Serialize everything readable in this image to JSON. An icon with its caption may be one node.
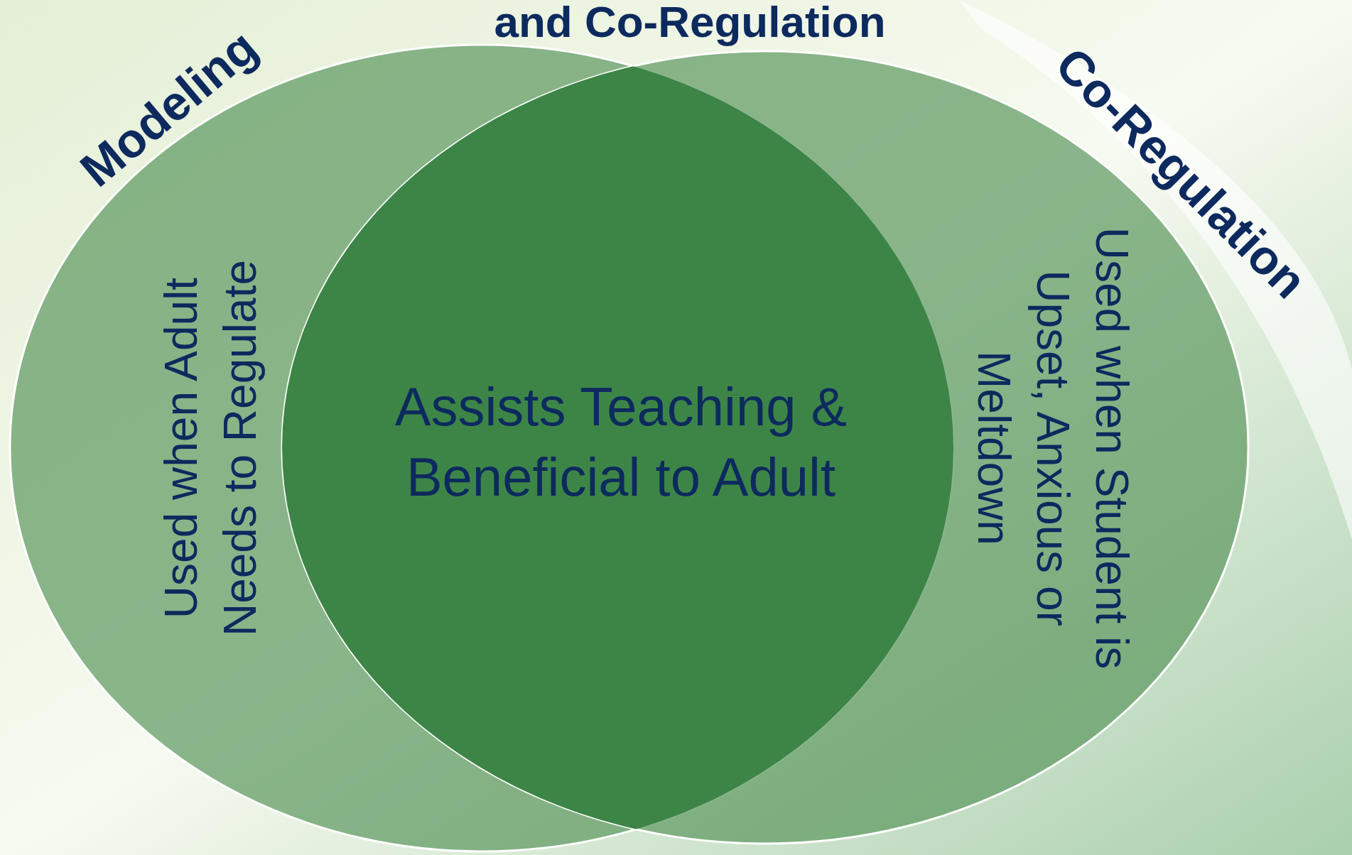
{
  "diagram": {
    "title": "and Co-Regulation",
    "nodes": [
      {
        "text": [
          "Modeling",
          "Used when Adult Needs to Regulate"
        ]
      },
      {
        "text": [
          "Co-Regulation",
          "Used when Student is Upset, Anxious or Meltdown"
        ]
      }
    ],
    "labels": [
      "Assists Teaching & Beneficial to Adult"
    ]
  }
}
